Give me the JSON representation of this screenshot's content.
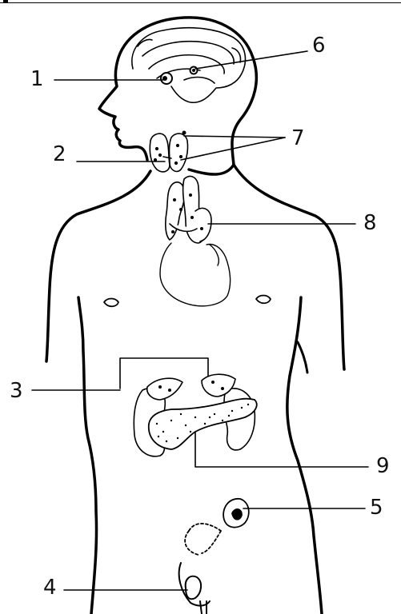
{
  "figure": {
    "labels": [
      {
        "id": "lbl-1",
        "text": "1"
      },
      {
        "id": "lbl-2",
        "text": "2"
      },
      {
        "id": "lbl-3",
        "text": "3"
      },
      {
        "id": "lbl-4",
        "text": "4"
      },
      {
        "id": "lbl-5",
        "text": "5"
      },
      {
        "id": "lbl-6",
        "text": "6"
      },
      {
        "id": "lbl-7",
        "text": "7"
      },
      {
        "id": "lbl-8",
        "text": "8"
      },
      {
        "id": "lbl-9",
        "text": "9"
      }
    ]
  },
  "colors": {
    "stroke": "#000000",
    "background": "#ffffff"
  }
}
